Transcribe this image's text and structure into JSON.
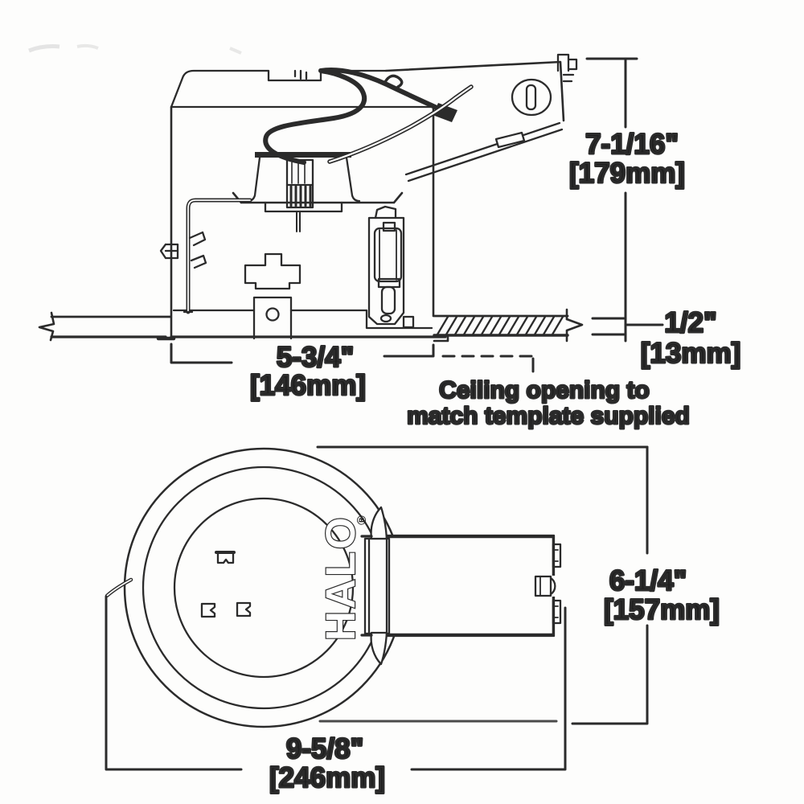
{
  "side_view": {
    "height": {
      "in": "7-1/16\"",
      "mm": "[179mm]"
    },
    "ceiling_thickness": {
      "in": "1/2\"",
      "mm": "[13mm]"
    },
    "housing_width": {
      "in": "5-3/4\"",
      "mm": "[146mm]"
    },
    "note_line1": "Ceiling opening to",
    "note_line2": "match template supplied"
  },
  "bottom_view": {
    "housing_depth": {
      "in": "6-1/4\"",
      "mm": "[157mm]"
    },
    "overall_diameter": {
      "in": "9-5/8\"",
      "mm": "[246mm]"
    },
    "brand": "HALO",
    "registered_mark": "®"
  },
  "colors": {
    "ink": "#2b2b2b",
    "background": "#fdfdfc"
  }
}
